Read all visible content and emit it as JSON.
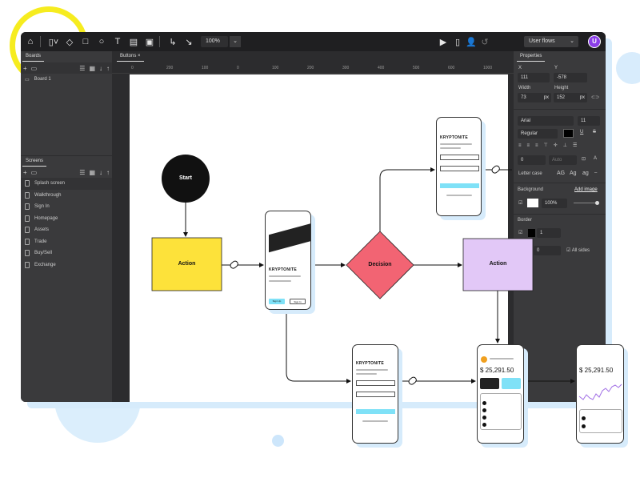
{
  "toolbar": {
    "zoom": "100%",
    "view_select": "User flows",
    "avatar_letter": "U",
    "icons": [
      "home-icon",
      "page-icon",
      "diamond-icon",
      "rectangle-icon",
      "circle-icon",
      "text-icon",
      "note-icon",
      "image-icon",
      "elbow-connector-icon",
      "straight-connector-icon",
      "curved-connector-icon",
      "play-icon",
      "mobile-icon",
      "add-user-icon",
      "undo-icon"
    ]
  },
  "left_panel": {
    "boards_tab": "Boards",
    "boards": [
      {
        "label": "Board 1"
      }
    ],
    "screens_tab": "Screens",
    "screens": [
      {
        "label": "Splash screen"
      },
      {
        "label": "Walkthrough"
      },
      {
        "label": "Sign In"
      },
      {
        "label": "Homepage"
      },
      {
        "label": "Assets"
      },
      {
        "label": "Trade"
      },
      {
        "label": "Buy/Sell"
      },
      {
        "label": "Exchange"
      }
    ]
  },
  "canvas": {
    "tab": "Buttons",
    "ruler_labels": [
      "0",
      "200",
      "100",
      "0",
      "100",
      "200",
      "300",
      "400",
      "500",
      "600",
      "1000"
    ],
    "nodes": {
      "start": "Start",
      "action1": "Action",
      "decision": "Decision",
      "action2": "Action"
    },
    "phones": {
      "brand": "KRYPTONITE",
      "balance": "$ 25,291.50",
      "sign_up": "Sign Up",
      "sign_in": "Sign In"
    }
  },
  "properties": {
    "tab": "Properties",
    "x_label": "X",
    "x": "111",
    "y_label": "Y",
    "y": "-578",
    "width_label": "Width",
    "width": "73",
    "height_label": "Height",
    "height": "152",
    "unit": "px",
    "font": "Arial",
    "font_size": "11",
    "weight": "Regular",
    "spacing": "0",
    "line_height": "Auto",
    "letter_case_label": "Letter case",
    "letter_cases": [
      "AG",
      "Ag",
      "ag"
    ],
    "background_label": "Background",
    "add_image": "Add image",
    "opacity": "100%",
    "border_label": "Border",
    "border_width": "1",
    "radius": "0",
    "all_sides": "All sides"
  },
  "colors": {
    "action1": "#fde23a",
    "decision": "#f26473",
    "action2": "#e2c8f7",
    "accent": "#7fe1f7",
    "avatar": "#8b3ee8"
  }
}
